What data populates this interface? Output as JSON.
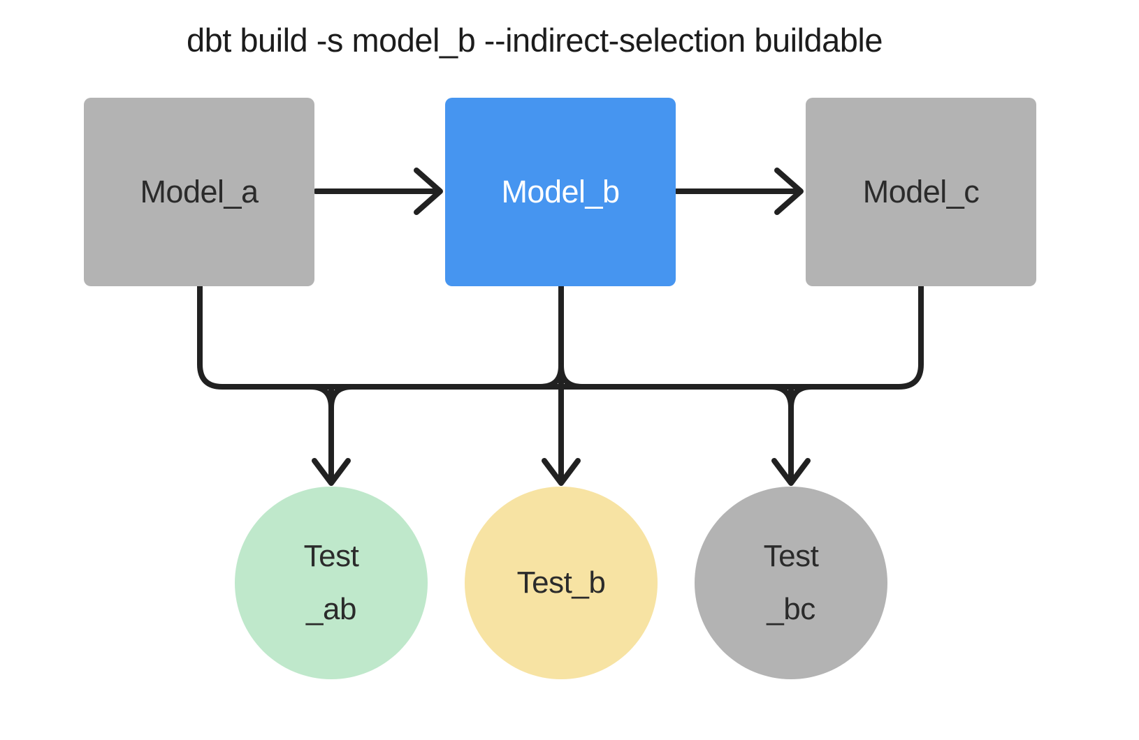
{
  "title": "dbt build -s model_b --indirect-selection buildable",
  "colors": {
    "selected_model_blue": "#4695f0",
    "unselected_gray": "#b3b3b3",
    "buildable_test_green": "#bfe8cb",
    "direct_test_yellow": "#f7e3a3",
    "line": "#212121",
    "background": "#ffffff"
  },
  "nodes": {
    "model_a": {
      "label": "Model_a",
      "fill": "#b3b3b3",
      "text": "#2b2b2b"
    },
    "model_b": {
      "label": "Model_b",
      "fill": "#4695f0",
      "text": "#ffffff"
    },
    "model_c": {
      "label": "Model_c",
      "fill": "#b3b3b3",
      "text": "#2b2b2b"
    },
    "test_ab": {
      "line1": "Test",
      "line2": "_ab",
      "fill": "#bfe8cb",
      "text": "#2b2b2b"
    },
    "test_b": {
      "line1": "Test_b",
      "line2": "",
      "fill": "#f7e3a3",
      "text": "#2b2b2b"
    },
    "test_bc": {
      "line1": "Test",
      "line2": "_bc",
      "fill": "#b3b3b3",
      "text": "#2b2b2b"
    }
  },
  "edges": [
    {
      "from": "model_a",
      "to": "model_b"
    },
    {
      "from": "model_b",
      "to": "model_c"
    },
    {
      "from": "model_a",
      "to": "test_ab"
    },
    {
      "from": "model_b",
      "to": "test_ab"
    },
    {
      "from": "model_b",
      "to": "test_b"
    },
    {
      "from": "model_b",
      "to": "test_bc"
    },
    {
      "from": "model_c",
      "to": "test_bc"
    }
  ]
}
